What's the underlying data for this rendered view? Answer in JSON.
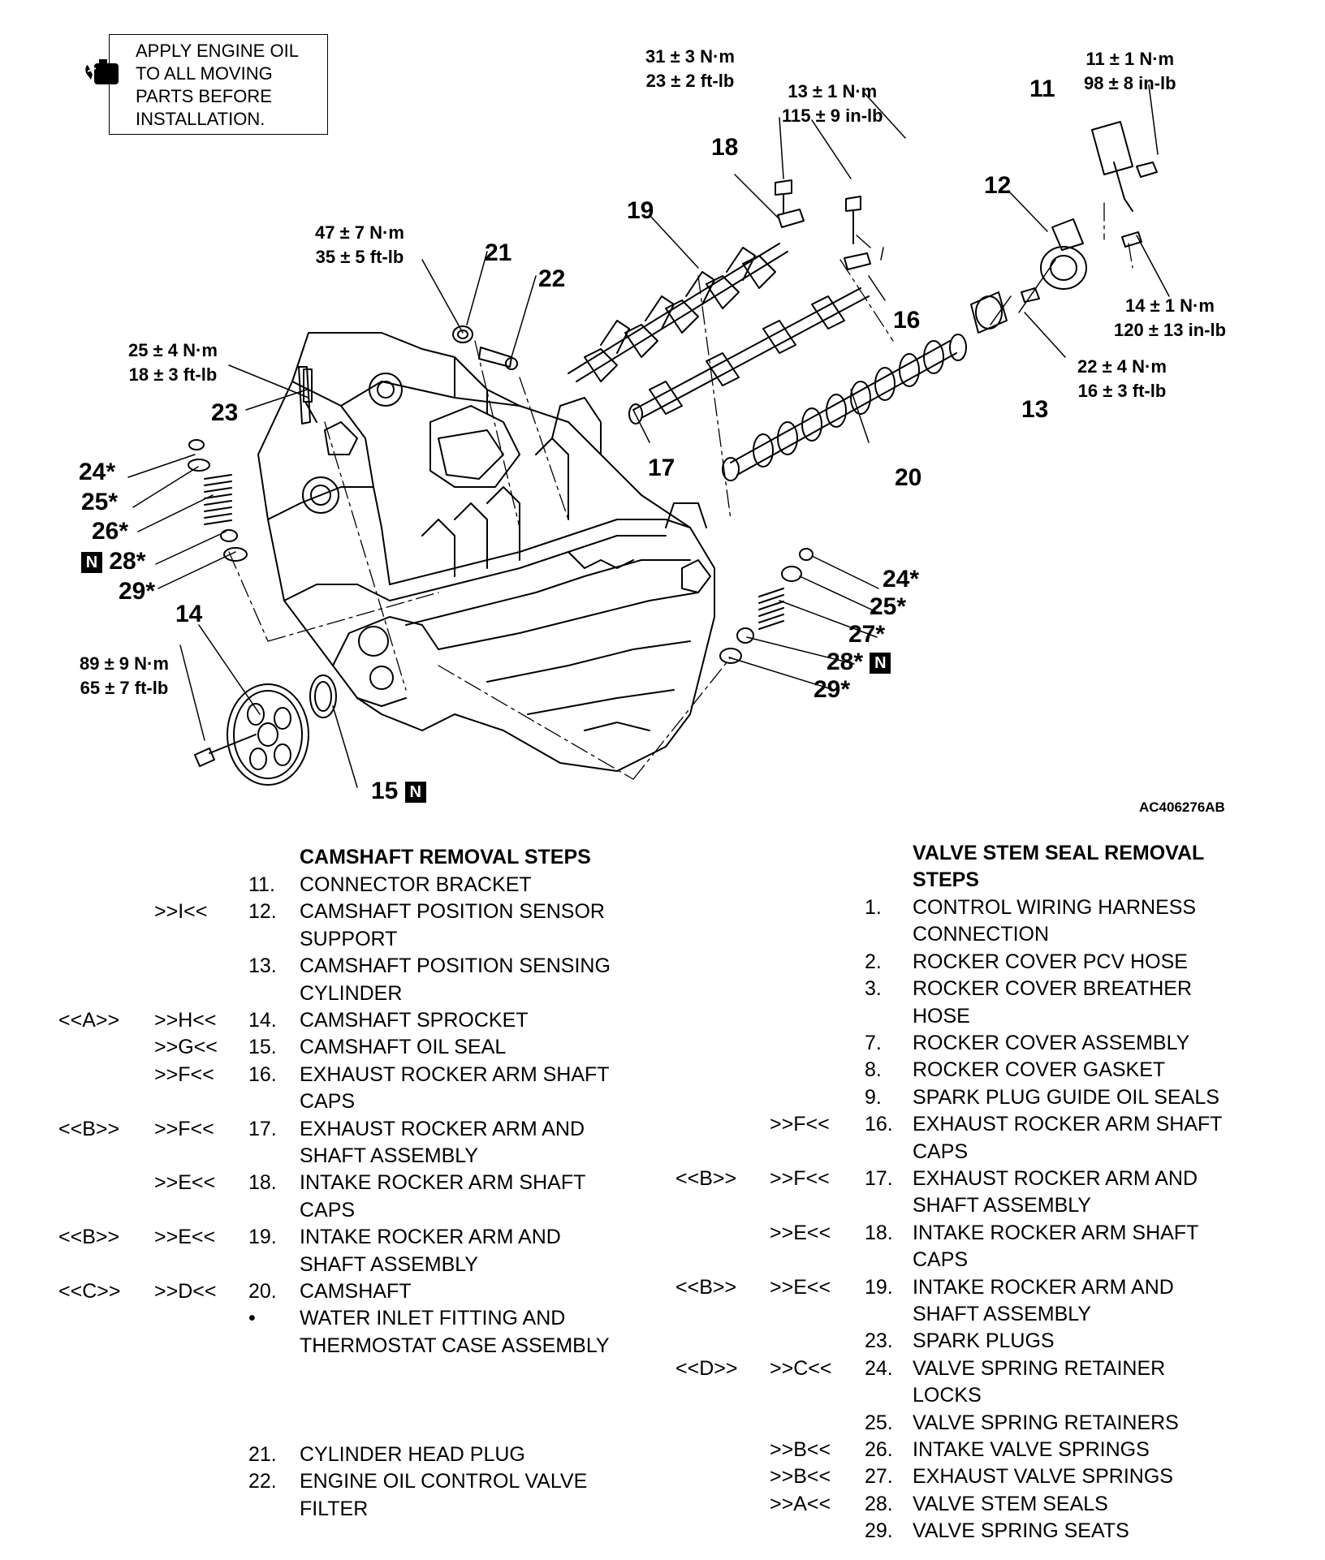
{
  "note": {
    "icon": "oil-can-icon",
    "text": "APPLY ENGINE OIL\nTO ALL MOVING\nPARTS BEFORE\nINSTALLATION."
  },
  "torques": [
    {
      "id": "t21",
      "metric": "47 ± 7 N·m",
      "imperial": "35 ± 5 ft-lb"
    },
    {
      "id": "t23",
      "metric": "25 ± 4 N·m",
      "imperial": "18 ± 3 ft-lb"
    },
    {
      "id": "t18",
      "metric": "31 ± 3 N·m",
      "imperial": "23 ± 2 ft-lb"
    },
    {
      "id": "t16",
      "metric": "13 ± 1 N·m",
      "imperial": "115 ± 9 in-lb"
    },
    {
      "id": "t11",
      "metric": "11 ± 1 N·m",
      "imperial": "98 ± 8 in-lb"
    },
    {
      "id": "t12",
      "metric": "14 ± 1 N·m",
      "imperial": "120 ± 13 in-lb"
    },
    {
      "id": "t13",
      "metric": "22 ± 4 N·m",
      "imperial": "16 ± 3 ft-lb"
    },
    {
      "id": "t14",
      "metric": "89 ± 9 N·m",
      "imperial": "65 ± 7 ft-lb"
    }
  ],
  "callouts": [
    {
      "id": "c11",
      "text": "11"
    },
    {
      "id": "c12",
      "text": "12"
    },
    {
      "id": "c13",
      "text": "13"
    },
    {
      "id": "c14",
      "text": "14"
    },
    {
      "id": "c15",
      "text": "15",
      "new_part": true
    },
    {
      "id": "c16",
      "text": "16"
    },
    {
      "id": "c17",
      "text": "17"
    },
    {
      "id": "c18",
      "text": "18"
    },
    {
      "id": "c19",
      "text": "19"
    },
    {
      "id": "c20",
      "text": "20"
    },
    {
      "id": "c21",
      "text": "21"
    },
    {
      "id": "c22",
      "text": "22"
    },
    {
      "id": "c23",
      "text": "23"
    },
    {
      "id": "c24a",
      "text": "24*"
    },
    {
      "id": "c25a",
      "text": "25*"
    },
    {
      "id": "c26",
      "text": "26*"
    },
    {
      "id": "c28a",
      "text": "28*",
      "new_part": true
    },
    {
      "id": "c29a",
      "text": "29*"
    },
    {
      "id": "c24b",
      "text": "24*"
    },
    {
      "id": "c25b",
      "text": "25*"
    },
    {
      "id": "c27",
      "text": "27*"
    },
    {
      "id": "c28b",
      "text": "28*",
      "new_part": true
    },
    {
      "id": "c29b",
      "text": "29*"
    }
  ],
  "new_part_mark": "N",
  "figure_code": "AC406276AB",
  "camshaft": {
    "title": "CAMSHAFT REMOVAL STEPS",
    "steps": [
      {
        "ref1": "",
        "ref2": "",
        "num": "11.",
        "label": "CONNECTOR BRACKET",
        "lines": 1
      },
      {
        "ref1": "",
        "ref2": ">>I<<",
        "num": "12.",
        "label": "CAMSHAFT POSITION SENSOR\nSUPPORT",
        "lines": 2
      },
      {
        "ref1": "",
        "ref2": "",
        "num": "13.",
        "label": "CAMSHAFT POSITION SENSING\nCYLINDER",
        "lines": 2
      },
      {
        "ref1": "<<A>>",
        "ref2": ">>H<<",
        "num": "14.",
        "label": "CAMSHAFT SPROCKET",
        "lines": 1
      },
      {
        "ref1": "",
        "ref2": ">>G<<",
        "num": "15.",
        "label": "CAMSHAFT OIL SEAL",
        "lines": 1
      },
      {
        "ref1": "",
        "ref2": ">>F<<",
        "num": "16.",
        "label": "EXHAUST ROCKER ARM SHAFT\nCAPS",
        "lines": 2
      },
      {
        "ref1": "<<B>>",
        "ref2": ">>F<<",
        "num": "17.",
        "label": "EXHAUST ROCKER ARM AND\nSHAFT ASSEMBLY",
        "lines": 2
      },
      {
        "ref1": "",
        "ref2": ">>E<<",
        "num": "18.",
        "label": "INTAKE ROCKER ARM SHAFT\nCAPS",
        "lines": 2
      },
      {
        "ref1": "<<B>>",
        "ref2": ">>E<<",
        "num": "19.",
        "label": "INTAKE ROCKER ARM AND\nSHAFT ASSEMBLY",
        "lines": 2
      },
      {
        "ref1": "<<C>>",
        "ref2": ">>D<<",
        "num": "20.",
        "label": "CAMSHAFT",
        "lines": 1
      },
      {
        "ref1": "",
        "ref2": "",
        "num": "•",
        "label": "WATER INLET FITTING AND\nTHERMOSTAT CASE ASSEMBLY",
        "lines": 2
      }
    ],
    "steps_lower": [
      {
        "ref1": "",
        "ref2": "",
        "num": "21.",
        "label": "CYLINDER HEAD PLUG",
        "lines": 1
      },
      {
        "ref1": "",
        "ref2": "",
        "num": "22.",
        "label": "ENGINE OIL CONTROL VALVE\nFILTER",
        "lines": 2
      }
    ]
  },
  "valve": {
    "title": "VALVE STEM SEAL REMOVAL\nSTEPS",
    "steps": [
      {
        "ref1": "",
        "ref2": "",
        "num": "1.",
        "label": "CONTROL WIRING HARNESS\nCONNECTION",
        "lines": 2
      },
      {
        "ref1": "",
        "ref2": "",
        "num": "2.",
        "label": "ROCKER COVER PCV HOSE",
        "lines": 1
      },
      {
        "ref1": "",
        "ref2": "",
        "num": "3.",
        "label": "ROCKER COVER BREATHER\nHOSE",
        "lines": 2
      },
      {
        "ref1": "",
        "ref2": "",
        "num": "7.",
        "label": "ROCKER COVER ASSEMBLY",
        "lines": 1
      },
      {
        "ref1": "",
        "ref2": "",
        "num": "8.",
        "label": "ROCKER COVER GASKET",
        "lines": 1
      },
      {
        "ref1": "",
        "ref2": "",
        "num": "9.",
        "label": "SPARK PLUG GUIDE OIL SEALS",
        "lines": 1
      },
      {
        "ref1": "",
        "ref2": ">>F<<",
        "num": "16.",
        "label": "EXHAUST ROCKER ARM SHAFT\nCAPS",
        "lines": 2
      },
      {
        "ref1": "<<B>>",
        "ref2": ">>F<<",
        "num": "17.",
        "label": "EXHAUST ROCKER ARM AND\nSHAFT ASSEMBLY",
        "lines": 2
      },
      {
        "ref1": "",
        "ref2": ">>E<<",
        "num": "18.",
        "label": "INTAKE ROCKER ARM SHAFT\nCAPS",
        "lines": 2
      },
      {
        "ref1": "<<B>>",
        "ref2": ">>E<<",
        "num": "19.",
        "label": "INTAKE ROCKER ARM AND\nSHAFT ASSEMBLY",
        "lines": 2
      },
      {
        "ref1": "",
        "ref2": "",
        "num": "23.",
        "label": "SPARK PLUGS",
        "lines": 1
      },
      {
        "ref1": "<<D>>",
        "ref2": ">>C<<",
        "num": "24.",
        "label": "VALVE SPRING RETAINER\nLOCKS",
        "lines": 2
      },
      {
        "ref1": "",
        "ref2": "",
        "num": "25.",
        "label": "VALVE SPRING RETAINERS",
        "lines": 1
      },
      {
        "ref1": "",
        "ref2": ">>B<<",
        "num": "26.",
        "label": "INTAKE VALVE SPRINGS",
        "lines": 1
      },
      {
        "ref1": "",
        "ref2": ">>B<<",
        "num": "27.",
        "label": "EXHAUST VALVE SPRINGS",
        "lines": 1
      },
      {
        "ref1": "",
        "ref2": ">>A<<",
        "num": "28.",
        "label": "VALVE STEM SEALS",
        "lines": 1
      },
      {
        "ref1": "",
        "ref2": "",
        "num": "29.",
        "label": "VALVE SPRING SEATS",
        "lines": 1
      }
    ]
  }
}
